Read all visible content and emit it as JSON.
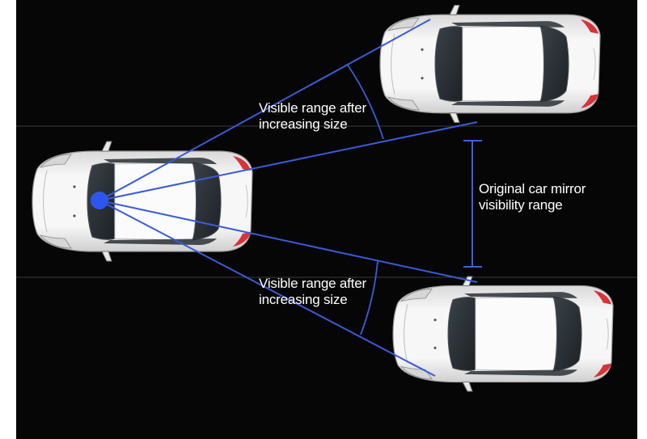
{
  "labels": {
    "upper_range": [
      "Visible range after",
      "increasing size"
    ],
    "lower_range": [
      "Visible range after",
      "increasing size"
    ],
    "mirror_range": [
      "Original car mirror",
      "visibility range"
    ]
  },
  "colors": {
    "background": "#060606",
    "ray": "#3a5bd6",
    "arc": "#3a5bd6",
    "mirror_point": "#2f55f0",
    "range_marker": "#3f5fe0",
    "lane_line": "#3b3b3b",
    "car_body": "#f0f0f0",
    "car_glass": "#2a3036",
    "tail_light": "#d8323a"
  }
}
